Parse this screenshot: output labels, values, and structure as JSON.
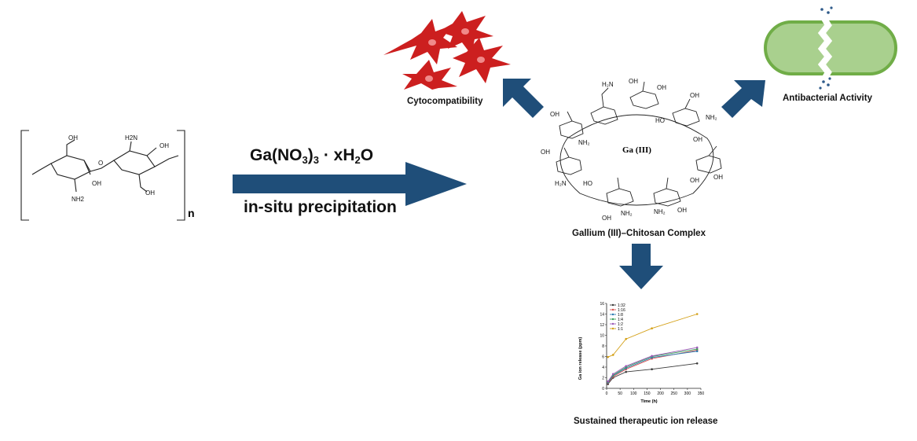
{
  "monomer": {
    "labels": {
      "oh_top": "OH",
      "nh2_top": "H2N",
      "oh_ring": "OH",
      "oh_lower": "OH",
      "nh2_bottom": "NH2",
      "oh_bottom": "OH",
      "o_link": "O",
      "n_sub": "n"
    }
  },
  "reaction": {
    "reagent_base": "Ga(NO",
    "reagent_sub": "3",
    "reagent_mid": ")",
    "reagent_sub2": "3",
    "reagent_rest": " · xH",
    "reagent_sub3": "2",
    "reagent_end": "O",
    "method": "in-situ precipitation"
  },
  "complex": {
    "center_label": "Ga (III)",
    "caption": "Gallium (III)–Chitosan Complex"
  },
  "outcomes": {
    "cyto": "Cytocompatibility",
    "antibacterial": "Antibacterial Activity",
    "release": "Sustained therapeutic ion release"
  },
  "colors": {
    "arrow": "#1f4e79",
    "cell": "#cc1f1f",
    "bacteria_fill": "#a9d08e",
    "bacteria_stroke": "#70ad47"
  },
  "chart_data": {
    "type": "line",
    "xlabel": "Time (h)",
    "ylabel": "Ga ion release (ppm)",
    "xlim": [
      0,
      350
    ],
    "ylim": [
      0,
      16
    ],
    "xticks": [
      "0",
      "50",
      "100",
      "150",
      "200",
      "250",
      "300",
      "350"
    ],
    "yticks": [
      "0",
      "2",
      "4",
      "6",
      "8",
      "10",
      "12",
      "14",
      "16"
    ],
    "x": [
      5,
      24,
      72,
      168,
      336
    ],
    "series": [
      {
        "name": "1:32",
        "color": "#3a3a3a",
        "values": [
          0.8,
          2.0,
          3.1,
          3.6,
          4.7
        ]
      },
      {
        "name": "1:16",
        "color": "#d9534f",
        "values": [
          1.0,
          2.2,
          3.6,
          5.6,
          7.2
        ]
      },
      {
        "name": "1:8",
        "color": "#2a7ab0",
        "values": [
          1.1,
          2.4,
          3.8,
          5.8,
          7.0
        ]
      },
      {
        "name": "1:4",
        "color": "#3aa05a",
        "values": [
          1.2,
          2.5,
          4.0,
          6.0,
          7.4
        ]
      },
      {
        "name": "1:2",
        "color": "#9b59b6",
        "values": [
          1.3,
          2.7,
          4.2,
          6.1,
          7.7
        ]
      },
      {
        "name": "1:1",
        "color": "#d4a017",
        "values": [
          5.9,
          6.3,
          9.3,
          11.3,
          14.0
        ]
      }
    ]
  }
}
